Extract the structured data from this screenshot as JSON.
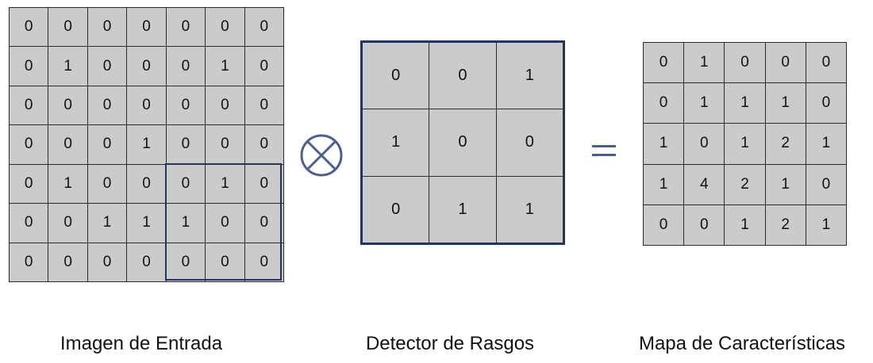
{
  "input_image": {
    "caption": "Imagen de Entrada",
    "values": [
      [
        "0",
        "0",
        "0",
        "0",
        "0",
        "0",
        "0"
      ],
      [
        "0",
        "1",
        "0",
        "0",
        "0",
        "1",
        "0"
      ],
      [
        "0",
        "0",
        "0",
        "0",
        "0",
        "0",
        "0"
      ],
      [
        "0",
        "0",
        "0",
        "1",
        "0",
        "0",
        "0"
      ],
      [
        "0",
        "1",
        "0",
        "0",
        "0",
        "1",
        "0"
      ],
      [
        "0",
        "0",
        "1",
        "1",
        "1",
        "0",
        "0"
      ],
      [
        "0",
        "0",
        "0",
        "0",
        "0",
        "0",
        "0"
      ]
    ]
  },
  "feature_detector": {
    "caption": "Detector de Rasgos",
    "values": [
      [
        "0",
        "0",
        "1"
      ],
      [
        "1",
        "0",
        "0"
      ],
      [
        "0",
        "1",
        "1"
      ]
    ]
  },
  "feature_map": {
    "caption": "Mapa de Características",
    "values": [
      [
        "0",
        "1",
        "0",
        "0",
        "0"
      ],
      [
        "0",
        "1",
        "1",
        "1",
        "0"
      ],
      [
        "1",
        "0",
        "1",
        "2",
        "1"
      ],
      [
        "1",
        "4",
        "2",
        "1",
        "0"
      ],
      [
        "0",
        "0",
        "1",
        "2",
        "1"
      ]
    ]
  },
  "operator_icon": "circled-times-icon",
  "equals_icon": "equals-icon",
  "colors": {
    "cell_fill": "#cbcbcb",
    "grid_line": "#2b2b2b",
    "highlight_border": "#26325f",
    "operator": "#4a5f8a"
  }
}
